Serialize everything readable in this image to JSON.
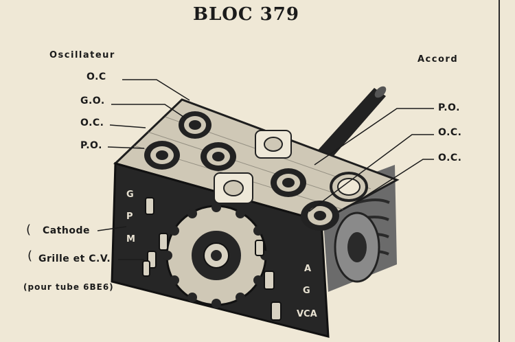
{
  "title": "BLOC 379",
  "headers": {
    "oscillator": "Oscillateur",
    "tuning": "Accord"
  },
  "left_labels": [
    "O.C",
    "G.O.",
    "O.C.",
    "P.O."
  ],
  "right_labels": [
    "P.O.",
    "O.C.",
    "O.C."
  ],
  "bottom_labels": {
    "cathode": "Cathode",
    "grid": "Grille et C.V.",
    "tube": "(pour tube 6BE6)"
  },
  "front_terminals": [
    "G",
    "P",
    "M"
  ],
  "side_terminals": [
    "A",
    "G",
    "VCA"
  ]
}
